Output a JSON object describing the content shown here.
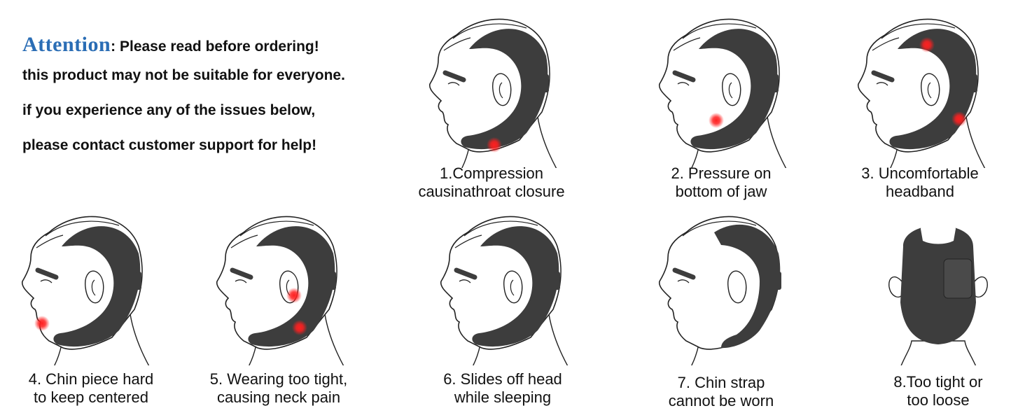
{
  "notice": {
    "attention": "Attention",
    "line1_rest": ": Please read before ordering!",
    "line2": "this product may not be suitable for everyone.",
    "line3": "if you experience any of the issues below,",
    "line4": "please contact customer support for help!"
  },
  "colors": {
    "accent": "#2a6db5",
    "strap": "#3d3d3d",
    "pain_dot": "#ff1a1a"
  },
  "items": [
    {
      "line1": "1.Compression",
      "line2": "causinathroat closure"
    },
    {
      "line1": "2. Pressure on",
      "line2": "bottom of jaw"
    },
    {
      "line1": "3. Uncomfortable",
      "line2": "headband"
    },
    {
      "line1": "4. Chin piece hard",
      "line2": "to keep centered"
    },
    {
      "line1": "5. Wearing too tight,",
      "line2": "causing neck pain"
    },
    {
      "line1": "6. Slides off head",
      "line2": "while sleeping"
    },
    {
      "line1": "7. Chin strap",
      "line2": "cannot be worn"
    },
    {
      "line1": "8.Too tight or",
      "line2": "too loose"
    }
  ]
}
